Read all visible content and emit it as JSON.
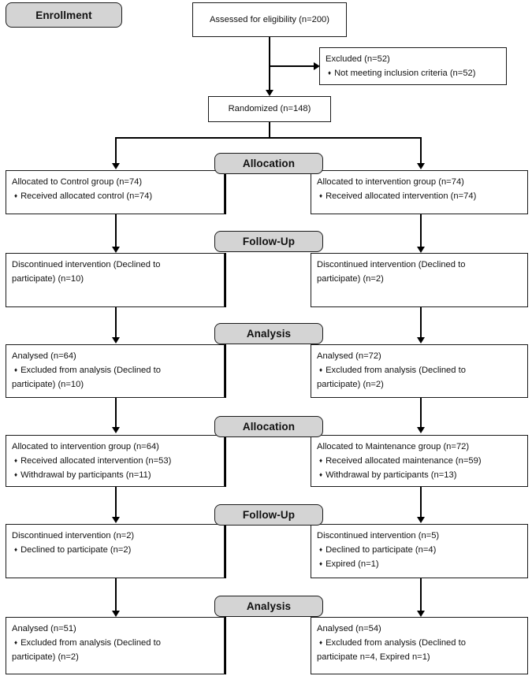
{
  "diagram": {
    "title": "CONSORT participant flow diagram",
    "colors": {
      "stage_fill": "#d4d4d4",
      "stroke": "#1a1a1a",
      "box_fill": "#ffffff",
      "text": "#111111"
    }
  },
  "stages": {
    "enrollment": "Enrollment",
    "allocation_1": "Allocation",
    "followup_1": "Follow-Up",
    "analysis_1": "Analysis",
    "allocation_2": "Allocation",
    "followup_2": "Follow-Up",
    "analysis_2": "Analysis"
  },
  "enrollment": {
    "assessed": "Assessed for eligibility (n=200)",
    "excluded_title": "Excluded (n=52)",
    "excluded_reason": "Not meeting inclusion criteria (n=52)",
    "randomized": "Randomized (n=148)"
  },
  "allocation_1": {
    "left": {
      "title": "Allocated to Control group (n=74)",
      "item1": "Received allocated control (n=74)"
    },
    "right": {
      "title": "Allocated to intervention group (n=74)",
      "item1": "Received allocated intervention (n=74)"
    }
  },
  "followup_1": {
    "left": {
      "line1": "Discontinued intervention (Declined to",
      "line2": "participate) (n=10)"
    },
    "right": {
      "line1": "Discontinued intervention (Declined to",
      "line2": "participate) (n=2)"
    }
  },
  "analysis_1": {
    "left": {
      "title": "Analysed (n=64)",
      "item1_line1": "Excluded from analysis (Declined to",
      "item1_line2": "participate) (n=10)"
    },
    "right": {
      "title": "Analysed (n=72)",
      "item1_line1": "Excluded from analysis (Declined to",
      "item1_line2": "participate) (n=2)"
    }
  },
  "allocation_2": {
    "left": {
      "title": "Allocated to intervention group (n=64)",
      "item1": "Received allocated intervention (n=53)",
      "item2": "Withdrawal by participants (n=11)"
    },
    "right": {
      "title": "Allocated to Maintenance group (n=72)",
      "item1": "Received allocated maintenance (n=59)",
      "item2": "Withdrawal by participants (n=13)"
    }
  },
  "followup_2": {
    "left": {
      "title": "Discontinued intervention (n=2)",
      "item1": "Declined to participate (n=2)"
    },
    "right": {
      "title": "Discontinued intervention (n=5)",
      "item1": "Declined to participate (n=4)",
      "item2": "Expired (n=1)"
    }
  },
  "analysis_2": {
    "left": {
      "title": "Analysed (n=51)",
      "item1_line1": "Excluded from analysis (Declined to",
      "item1_line2": "participate) (n=2)"
    },
    "right": {
      "title": "Analysed (n=54)",
      "item1_line1": "Excluded from analysis (Declined to",
      "item1_line2": "participate n=4, Expired n=1)"
    }
  }
}
